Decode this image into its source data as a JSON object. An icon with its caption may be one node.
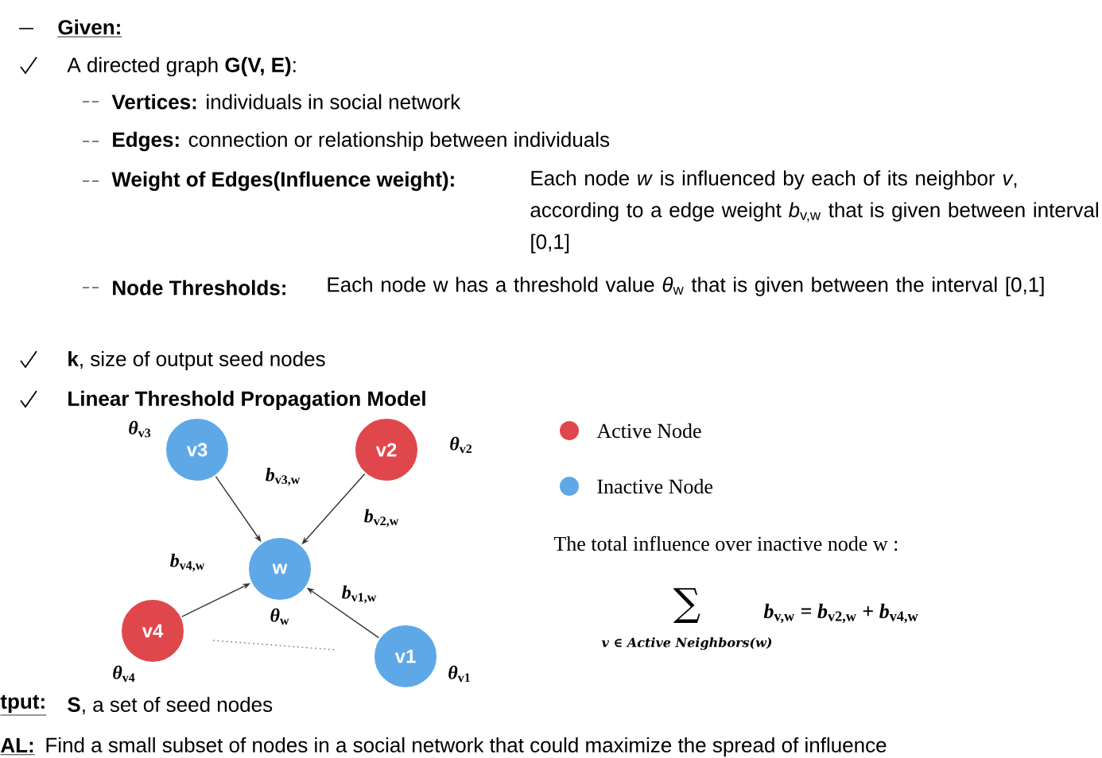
{
  "diagram": {
    "nodes": [
      {
        "text": [
          "v3"
        ],
        "beside": [
          "*θ*$_{v3}$"
        ]
      },
      {
        "text": [
          "v2"
        ],
        "beside": [
          "*θ*$_{v2}$"
        ]
      },
      {
        "text": [
          "w"
        ],
        "beside": [
          "*θ*$_{w}$"
        ]
      },
      {
        "text": [
          "v4"
        ],
        "beside": [
          "*θ*$_{v4}$"
        ]
      },
      {
        "text": [
          "v1"
        ],
        "beside": [
          "*θ*$_{v1}$"
        ]
      }
    ],
    "edges": [
      {
        "from": 0,
        "to": 2,
        "arrow": "to",
        "label": "*b*$_{v3,w}$"
      },
      {
        "from": 1,
        "to": 2,
        "arrow": "to",
        "label": "*b*$_{v2,w}$"
      },
      {
        "from": 3,
        "to": 2,
        "arrow": "to",
        "label": "*b*$_{v4,w}$"
      },
      {
        "from": 4,
        "to": 2,
        "arrow": "to",
        "label": "*b*$_{v1,w}$"
      }
    ],
    "labels": [
      "Given:",
      "A directed graph **G(V, E)**:",
      "**Vertices:** individuals in social network",
      "**Edges:** connection or relationship between individuals",
      "**Weight of Edges(Influence weight):**",
      "Each node *w* is influenced by each of its neighbor *v*, according to a edge weight *b*$_{v,w}$ that is given between interval [0,1]",
      "**Node Thresholds:**",
      "Each node w has a threshold value *θ*$_{w}$ that is given between the interval [0,1]",
      "**k**, size of output seed nodes",
      "Linear Threshold Propagation Model",
      "The total influence over inactive node w :",
      "∑",
      "v ∈ Active Neighbors(w)",
      "*b*$_{v,w}$ = *b*$_{v2,w}$ + *b*$_{v4,w}$",
      "tput:",
      "**S**, a set of seed nodes",
      "AL:",
      "Find a small subset of nodes in a social network that could maximize the spread of influence"
    ],
    "legend": [
      {
        "text": "Active Node",
        "color": "#e0474c"
      },
      {
        "text": "Inactive Node",
        "color": "#5fa8e8"
      }
    ]
  }
}
